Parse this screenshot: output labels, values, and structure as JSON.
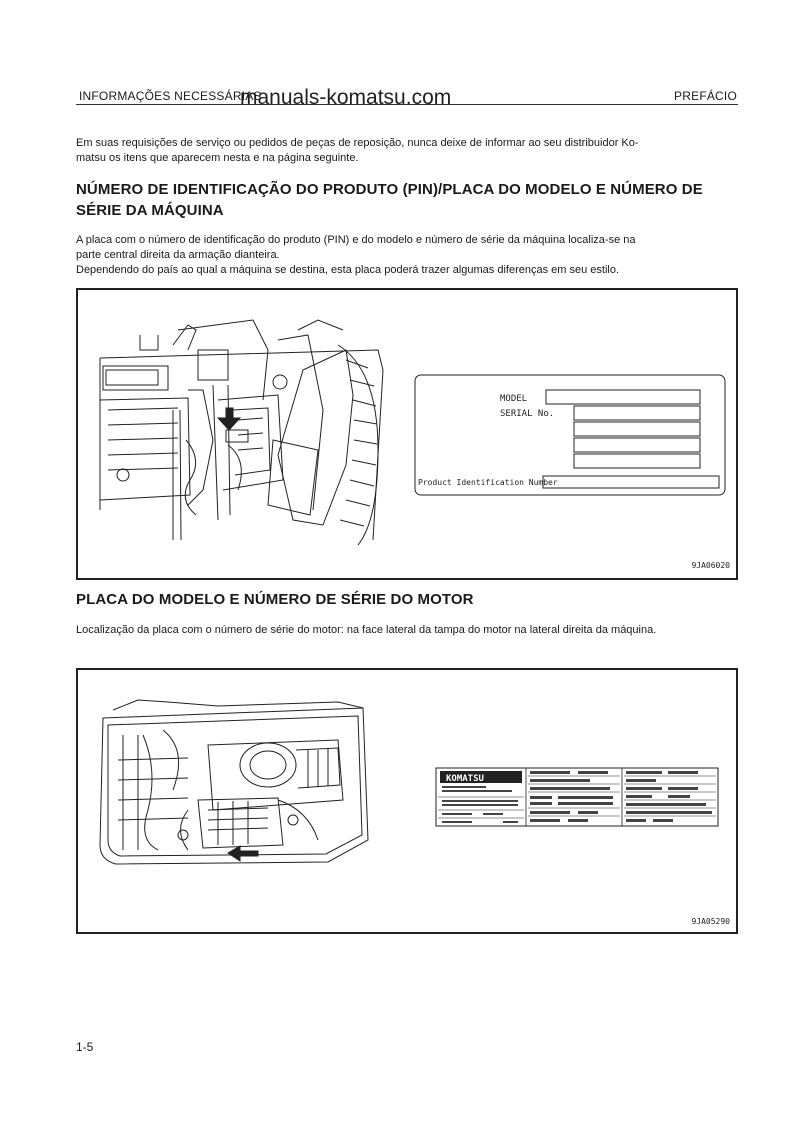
{
  "header": {
    "left": "INFORMAÇÕES NECESSÁRIAS",
    "right": "PREFÁCIO",
    "watermark": "manuals-komatsu.com"
  },
  "intro": {
    "line1": "Em suas requisições de serviço ou pedidos de peças de reposição, nunca deixe de informar ao seu distribuidor Ko-",
    "line2": "matsu os itens que aparecem nesta e na página seguinte."
  },
  "section1": {
    "title_line1": "NÚMERO DE IDENTIFICAÇÃO DO PRODUTO (PIN)/PLACA DO MODELO E NÚMERO DE",
    "title_line2": "SÉRIE DA MÁQUINA",
    "body_line1": "A placa com o número de identificação do produto (PIN) e do modelo e número de série da máquina localiza-se na",
    "body_line2": "parte central direita da armação dianteira.",
    "body_line3": "Dependendo do país ao qual a máquina se destina, esta placa poderá trazer algumas diferenças em seu estilo.",
    "figure": {
      "code": "9JA06020",
      "plate_model_label": "MODEL",
      "plate_serial_label": "SERIAL No.",
      "plate_pin_label": "Product Identification Number"
    }
  },
  "section2": {
    "title": "PLACA DO MODELO E NÚMERO DE SÉRIE DO MOTOR",
    "body": "Localização da placa com o número de série do motor: na face lateral da tampa do motor na lateral direita da máquina.",
    "figure": {
      "code": "9JA05290",
      "brand": "KOMATSU"
    }
  },
  "footer": {
    "page_number": "1-5"
  }
}
